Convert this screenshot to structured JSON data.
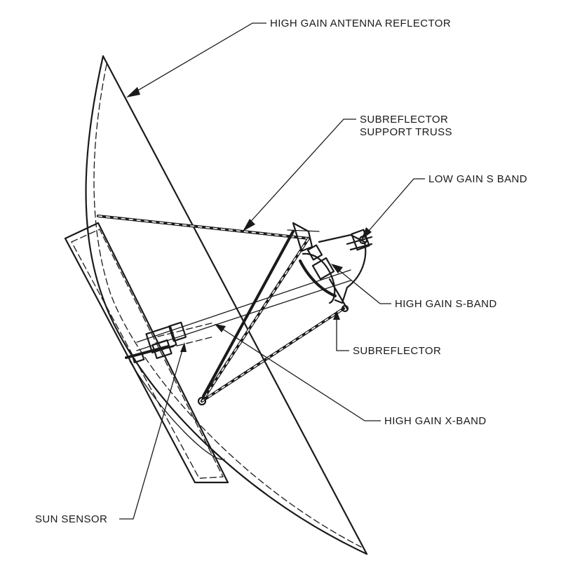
{
  "labels": {
    "hga_reflector": "HIGH GAIN ANTENNA REFLECTOR",
    "truss_line1": "SUBREFLECTOR",
    "truss_line2": "SUPPORT TRUSS",
    "low_gain_s": "LOW GAIN S BAND",
    "high_gain_s": "HIGH GAIN S-BAND",
    "subreflector": "SUBREFLECTOR",
    "high_gain_x": "HIGH GAIN X-BAND",
    "sun_sensor": "SUN SENSOR"
  }
}
